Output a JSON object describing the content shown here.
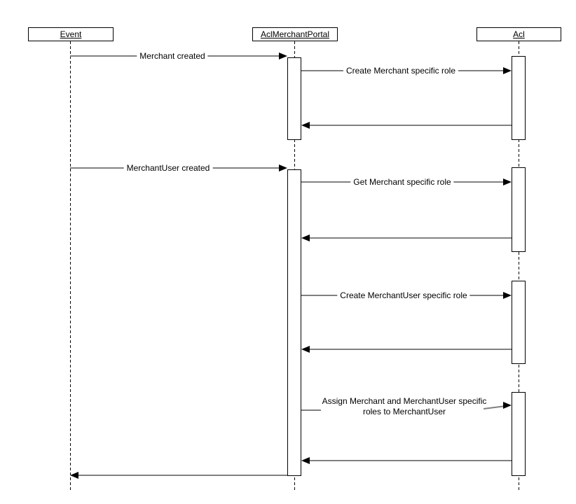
{
  "diagram": {
    "type": "sequence-diagram",
    "colors": {
      "message_line": "#808080",
      "border": "#000000",
      "background": "#ffffff",
      "text": "#000000"
    },
    "participants": [
      {
        "id": "event",
        "label": "Event"
      },
      {
        "id": "acl_merchant_portal",
        "label": "AclMerchantPortal"
      },
      {
        "id": "acl",
        "label": "Acl"
      }
    ],
    "messages": [
      {
        "from": "Event",
        "to": "AclMerchantPortal",
        "kind": "call",
        "label": "Merchant created"
      },
      {
        "from": "AclMerchantPortal",
        "to": "Acl",
        "kind": "call",
        "label": "Create Merchant specific role"
      },
      {
        "from": "Acl",
        "to": "AclMerchantPortal",
        "kind": "return",
        "label": ""
      },
      {
        "from": "Event",
        "to": "AclMerchantPortal",
        "kind": "call",
        "label": "MerchantUser created"
      },
      {
        "from": "AclMerchantPortal",
        "to": "Acl",
        "kind": "call",
        "label": "Get Merchant specific role"
      },
      {
        "from": "Acl",
        "to": "AclMerchantPortal",
        "kind": "return",
        "label": ""
      },
      {
        "from": "AclMerchantPortal",
        "to": "Acl",
        "kind": "call",
        "label": "Create MerchantUser specific role"
      },
      {
        "from": "Acl",
        "to": "AclMerchantPortal",
        "kind": "return",
        "label": ""
      },
      {
        "from": "AclMerchantPortal",
        "to": "Acl",
        "kind": "call",
        "label": "Assign Merchant and MerchantUser specific roles to MerchantUser"
      },
      {
        "from": "Acl",
        "to": "AclMerchantPortal",
        "kind": "return",
        "label": ""
      },
      {
        "from": "AclMerchantPortal",
        "to": "Event",
        "kind": "return",
        "label": ""
      }
    ]
  }
}
